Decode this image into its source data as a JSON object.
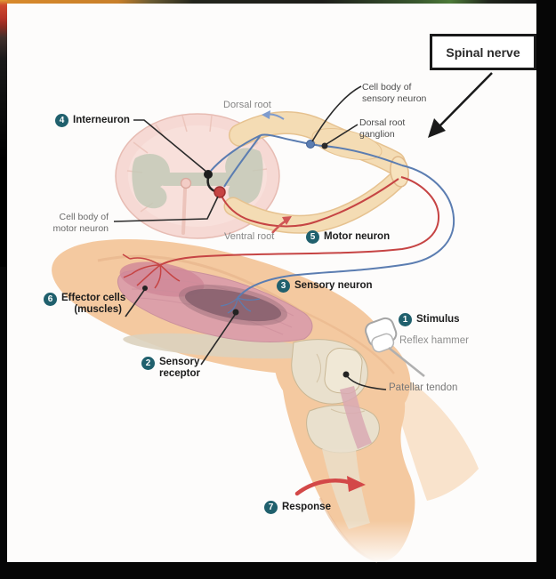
{
  "figure": {
    "anatomy": {
      "spinal_nerve": "Spinal nerve",
      "dorsal_root": "Dorsal root",
      "ventral_root": "Ventral root",
      "cell_body_sensory": {
        "line1": "Cell body of",
        "line2": "sensory neuron"
      },
      "dorsal_root_ganglion": {
        "line1": "Dorsal root",
        "line2": "ganglion"
      },
      "cell_body_motor": {
        "line1": "Cell body of",
        "line2": "motor neuron"
      },
      "reflex_hammer": "Reflex hammer",
      "patellar_tendon": "Patellar tendon"
    },
    "steps": {
      "n1": {
        "num": "1",
        "text": "Stimulus"
      },
      "n2": {
        "num": "2",
        "line1": "Sensory",
        "line2": "receptor"
      },
      "n3": {
        "num": "3",
        "text": "Sensory neuron"
      },
      "n4": {
        "num": "4",
        "text": "Interneuron"
      },
      "n5": {
        "num": "5",
        "text": "Motor neuron"
      },
      "n6": {
        "num": "6",
        "line1": "Effector cells",
        "line2": "(muscles)"
      },
      "n7": {
        "num": "7",
        "text": "Response"
      }
    },
    "colors": {
      "badge_teal": "#20606d",
      "sensory_neuron_blue": "#5b7db1",
      "motor_neuron_red": "#c64444",
      "nerve_root_tan": "#f4dcb4",
      "spinal_cord_pink": "#f6d9d4",
      "gray_matter": "#c5cab8",
      "skin": "#f4c9a0",
      "muscle_pink": "#dc9faa",
      "muscle_spindle": "#8b6371",
      "bone": "#e9e0cd"
    }
  }
}
